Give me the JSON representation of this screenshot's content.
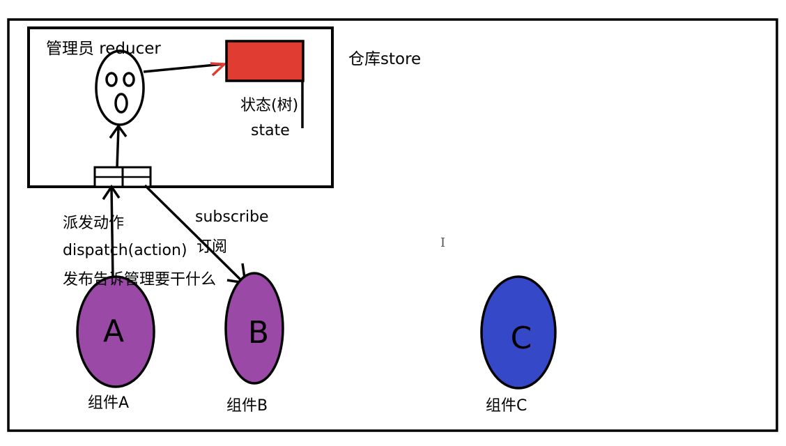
{
  "labels": {
    "store": "仓库store",
    "reducer": "管理员 reducer",
    "state_cn": "状态(树)",
    "state_en": "state",
    "dispatch_cn": "派发动作",
    "dispatch_fn": "dispatch(action)",
    "dispatch_desc": "发布告诉管理要干什么",
    "subscribe_en": "subscribe",
    "subscribe_cn": "订阅",
    "component_a": "组件A",
    "component_b": "组件B",
    "component_c": "组件C"
  },
  "glyphs": {
    "a": "A",
    "b": "B",
    "c": "C"
  },
  "colors": {
    "state_box": "#e03c31",
    "state_arrow_tip": "#e03c31",
    "component_a": "#9a4aa6",
    "component_b": "#9a4aa6",
    "component_c": "#3548c8",
    "outline": "#000000"
  }
}
